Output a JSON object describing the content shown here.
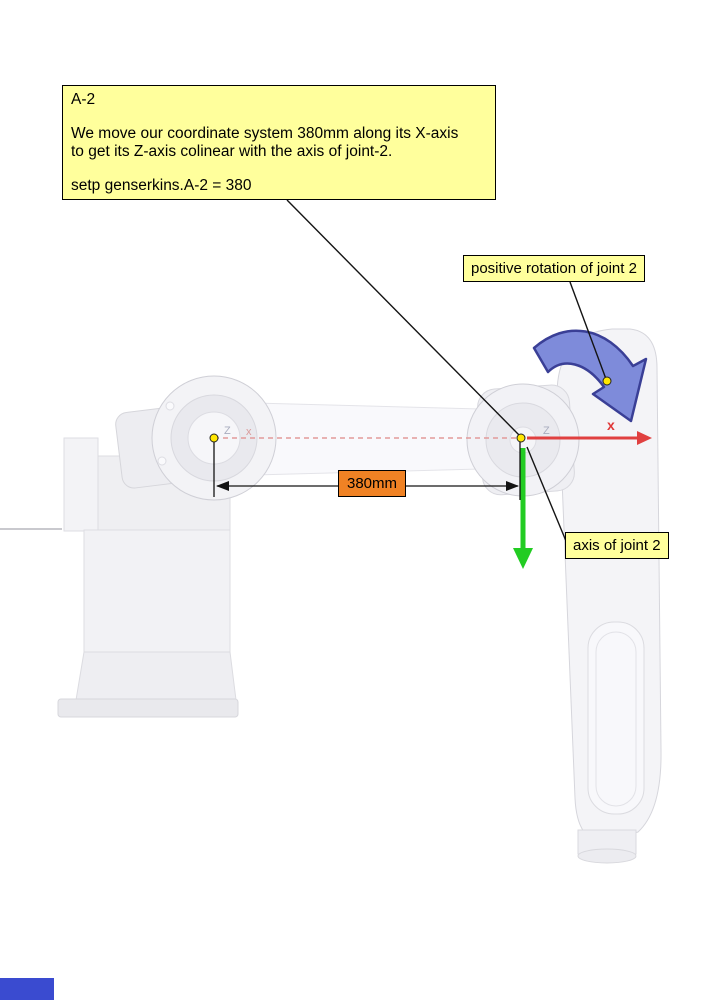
{
  "annotation": {
    "title": "A-2",
    "line1": "We move our coordinate system 380mm along its X-axis",
    "line2": "to get its Z-axis colinear with the axis of joint-2.",
    "command": "setp genserkins.A-2 = 380"
  },
  "callouts": {
    "positive_rotation": "positive rotation of joint 2",
    "axis_of_joint2": "axis of joint 2"
  },
  "dimension": {
    "value": "380mm"
  },
  "axes": {
    "x_label": "x",
    "left_z": "Z",
    "left_x": "x",
    "right_z": "Z"
  },
  "colors": {
    "annotation_bg": "#FFFF9C",
    "dimension_bg": "#F08224",
    "x_axis_red": "#E04040",
    "y_axis_green": "#22CC22",
    "rotation_arrow_fill": "#7E8BDA",
    "rotation_arrow_stroke": "#3A3F96",
    "marker_yellow": "#FFE600",
    "footer_strip_blue": "#3A4BD0"
  }
}
